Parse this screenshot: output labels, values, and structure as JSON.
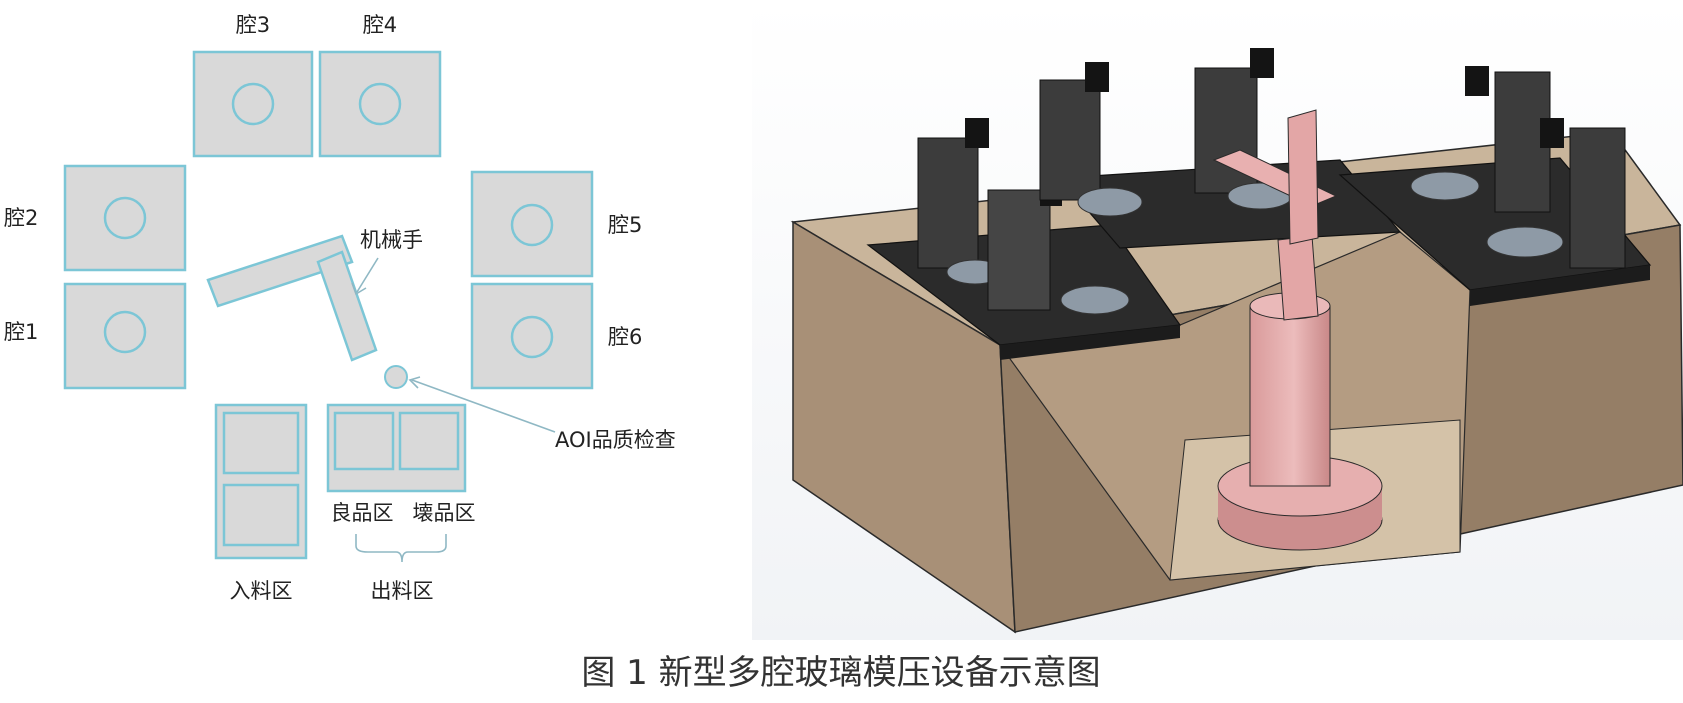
{
  "diagram": {
    "chambers": [
      {
        "id": "chamber-1",
        "label": "腔1"
      },
      {
        "id": "chamber-2",
        "label": "腔2"
      },
      {
        "id": "chamber-3",
        "label": "腔3"
      },
      {
        "id": "chamber-4",
        "label": "腔4"
      },
      {
        "id": "chamber-5",
        "label": "腔5"
      },
      {
        "id": "chamber-6",
        "label": "腔6"
      }
    ],
    "robot_arm_label": "机械手",
    "aoi_label": "AOI品质检查",
    "good_zone_label": "良品区",
    "bad_zone_label": "壊品区",
    "input_zone_label": "入料区",
    "output_zone_label": "出料区"
  },
  "caption": "图 1  新型多腔玻璃模压设备示意图",
  "colors": {
    "panel_fill": "#d9d9d9",
    "panel_stroke": "#7cc6d6",
    "housing": "#a28e78",
    "robot": "#e3a6a6",
    "platform": "#262626"
  }
}
